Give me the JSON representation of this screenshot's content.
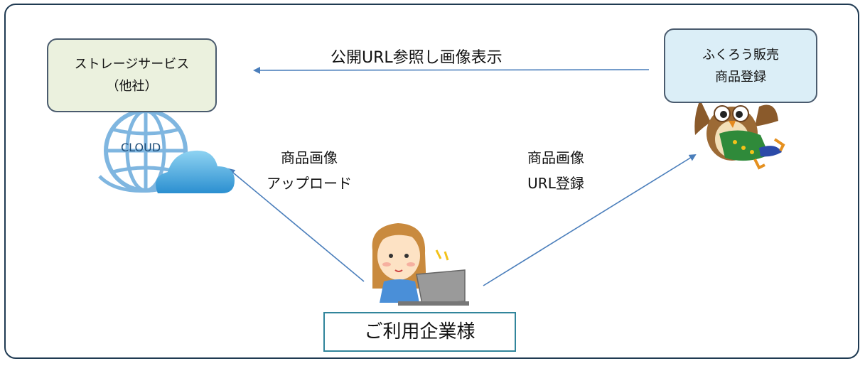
{
  "nodes": {
    "storage": {
      "line1": "ストレージサービス",
      "line2": "（他社）"
    },
    "fukurou": {
      "line1": "ふくろう販売",
      "line2": "商品登録"
    },
    "client": {
      "label": "ご利用企業様"
    }
  },
  "edges": {
    "public_url": {
      "label": "公開URL参照し画像表示"
    },
    "upload": {
      "line1": "商品画像",
      "line2": "アップロード"
    },
    "url_register": {
      "line1": "商品画像",
      "line2": "URL登録"
    }
  },
  "cloud": {
    "text": "CLOUD"
  },
  "colors": {
    "arrow": "#4a7ebb",
    "frame": "#1f3a52",
    "storage_fill": "#ebf1de",
    "fukurou_fill": "#dbeef7",
    "client_border": "#31859b"
  },
  "icons": [
    "globe-cloud-icon",
    "owl-mascot-icon",
    "person-laptop-icon"
  ]
}
